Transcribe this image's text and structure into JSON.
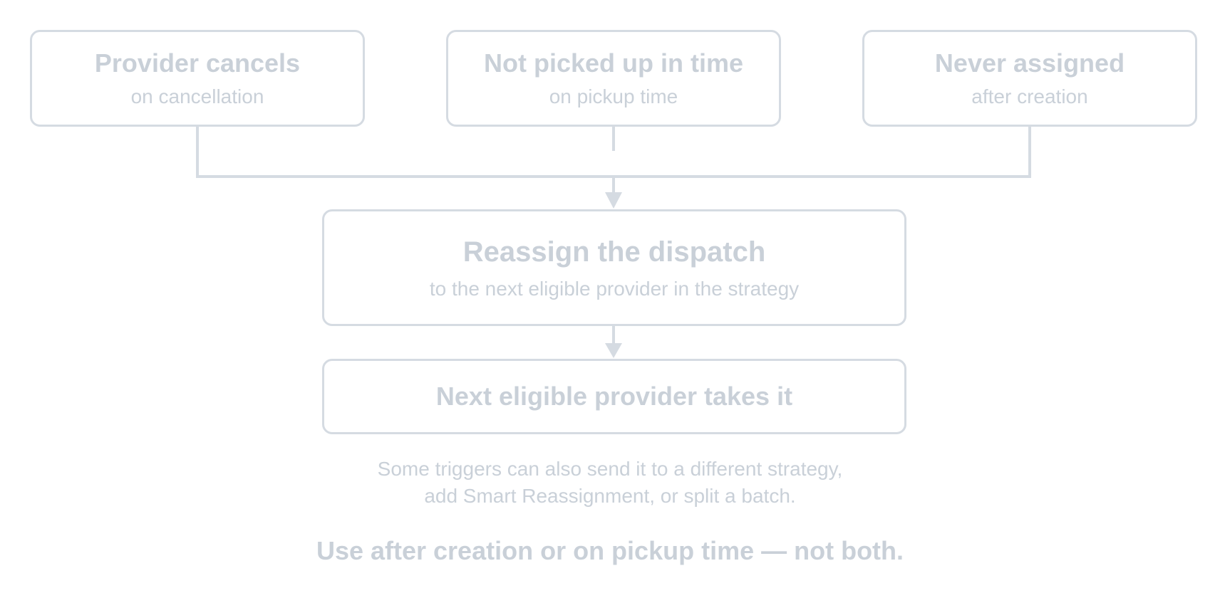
{
  "colors": {
    "line": "#d5dbe2",
    "text": "#c9d0d8",
    "background": "#ffffff"
  },
  "triggers": [
    {
      "title": "Provider cancels",
      "subtitle": "on cancellation"
    },
    {
      "title": "Not picked up in time",
      "subtitle": "on pickup time"
    },
    {
      "title": "Never assigned",
      "subtitle": "after creation"
    }
  ],
  "reassign": {
    "title": "Reassign the dispatch",
    "subtitle": "to the next eligible provider in the strategy"
  },
  "next_step": {
    "title": "Next eligible provider takes it"
  },
  "note": {
    "line1": "Some triggers can also send it to a different strategy,",
    "line2": "add Smart Reassignment, or split a batch."
  },
  "footer": "Use after creation or on pickup time — not both."
}
